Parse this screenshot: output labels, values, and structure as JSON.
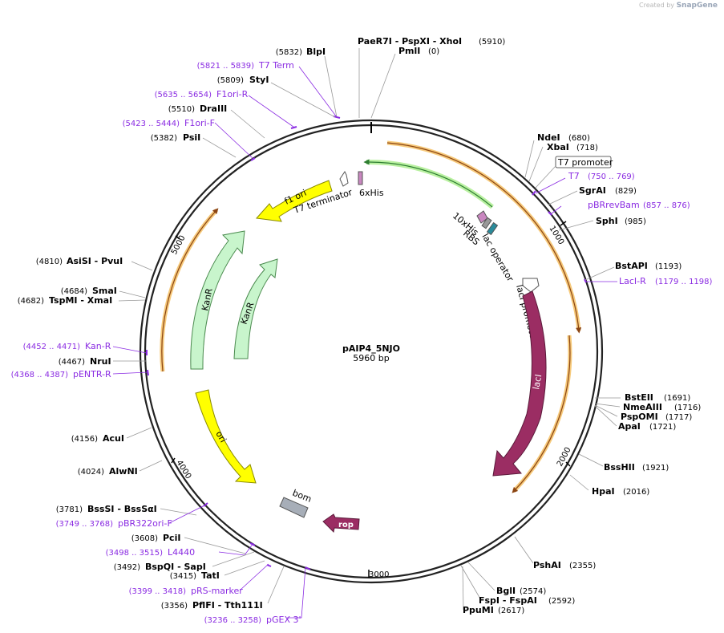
{
  "brand": {
    "created_by": "Created by",
    "name": "SnapGene"
  },
  "plasmid": {
    "name": "pAIP4_5NJO",
    "size": "5960 bp"
  },
  "ticks": [
    "1000",
    "2000",
    "3000",
    "4000",
    "5000"
  ],
  "sites": [
    {
      "label": "PaeR7I   - PspXI   - XhoI",
      "pos": "(5910)"
    },
    {
      "label": "PmlI",
      "pos": "(0)"
    },
    {
      "label": "BlpI",
      "pos": "(5832)"
    },
    {
      "label": "StyI",
      "pos": "(5809)"
    },
    {
      "label": "DraIII",
      "pos": "(5510)"
    },
    {
      "label": "PsiI",
      "pos": "(5382)"
    },
    {
      "label": "NdeI",
      "pos": "(680)"
    },
    {
      "label": "XbaI",
      "pos": "(718)"
    },
    {
      "label": "SgrAI",
      "pos": "(829)"
    },
    {
      "label": "SphI",
      "pos": "(985)"
    },
    {
      "label": "BstAPI",
      "pos": "(1193)"
    },
    {
      "label": "AsiSI   - PvuI",
      "pos": "(4810)"
    },
    {
      "label": "SmaI",
      "pos": "(4684)"
    },
    {
      "label": "TspMI   - XmaI",
      "pos": "(4682)"
    },
    {
      "label": "NruI",
      "pos": "(4467)"
    },
    {
      "label": "BstEII",
      "pos": "(1691)"
    },
    {
      "label": "NmeAIII",
      "pos": "(1716)"
    },
    {
      "label": "PspOMI",
      "pos": "(1717)"
    },
    {
      "label": "ApaI",
      "pos": "(1721)"
    },
    {
      "label": "AcuI",
      "pos": "(4156)"
    },
    {
      "label": "AlwNI",
      "pos": "(4024)"
    },
    {
      "label": "BssHII",
      "pos": "(1921)"
    },
    {
      "label": "HpaI",
      "pos": "(2016)"
    },
    {
      "label": "BssSI   - BssSαI",
      "pos": "(3781)"
    },
    {
      "label": "PciI",
      "pos": "(3608)"
    },
    {
      "label": "BspQI   - SapI",
      "pos": "(3492)"
    },
    {
      "label": "TatI",
      "pos": "(3415)"
    },
    {
      "label": "PflFI   - Tth111I",
      "pos": "(3356)"
    },
    {
      "label": "PshAI",
      "pos": "(2355)"
    },
    {
      "label": "BglI",
      "pos": "(2574)"
    },
    {
      "label": "FspI   - FspAI",
      "pos": "(2592)"
    },
    {
      "label": "PpuMI",
      "pos": "(2617)"
    }
  ],
  "primers": [
    {
      "label": "T7 Term",
      "pos": "(5821 .. 5839)"
    },
    {
      "label": "F1ori-R",
      "pos": "(5635 .. 5654)"
    },
    {
      "label": "F1ori-F",
      "pos": "(5423 .. 5444)"
    },
    {
      "label": "T7",
      "pos": "(750 .. 769)"
    },
    {
      "label": "pBRrevBam",
      "pos": "(857 .. 876)"
    },
    {
      "label": "LacI-R",
      "pos": "(1179 .. 1198)"
    },
    {
      "label": "Kan-R",
      "pos": "(4452 .. 4471)"
    },
    {
      "label": "pENTR-R",
      "pos": "(4368 .. 4387)"
    },
    {
      "label": "pBR322ori-F",
      "pos": "(3749 .. 3768)"
    },
    {
      "label": "L4440",
      "pos": "(3498 .. 3515)"
    },
    {
      "label": "pRS-marker",
      "pos": "(3399 .. 3418)"
    },
    {
      "label": "pGEX 3'",
      "pos": "(3236 .. 3258)"
    }
  ],
  "features": {
    "f1_ori": "f1 ori",
    "t7_terminator": "T7 terminator",
    "his6": "6xHis",
    "his10": "10xHis",
    "rbs": "RBS",
    "lac_operator": "lac operator",
    "laci_promoter": "lacI promoter",
    "laci": "lacI",
    "t7_promoter": "T7 promoter",
    "kanr1": "KanR",
    "kanr2": "KanR",
    "ori": "ori",
    "bom": "bom",
    "rop": "rop"
  },
  "colors": {
    "primer": "#8a2be2",
    "laci": "#9b2d63",
    "f1_ori": "#ffff00",
    "kanr": "#c8f5cc",
    "orf_outline": "#f6c97a",
    "orf_arrow": "#8b4513",
    "t7_arrow": "#6fcf4a",
    "bom": "#a7aeb8"
  }
}
